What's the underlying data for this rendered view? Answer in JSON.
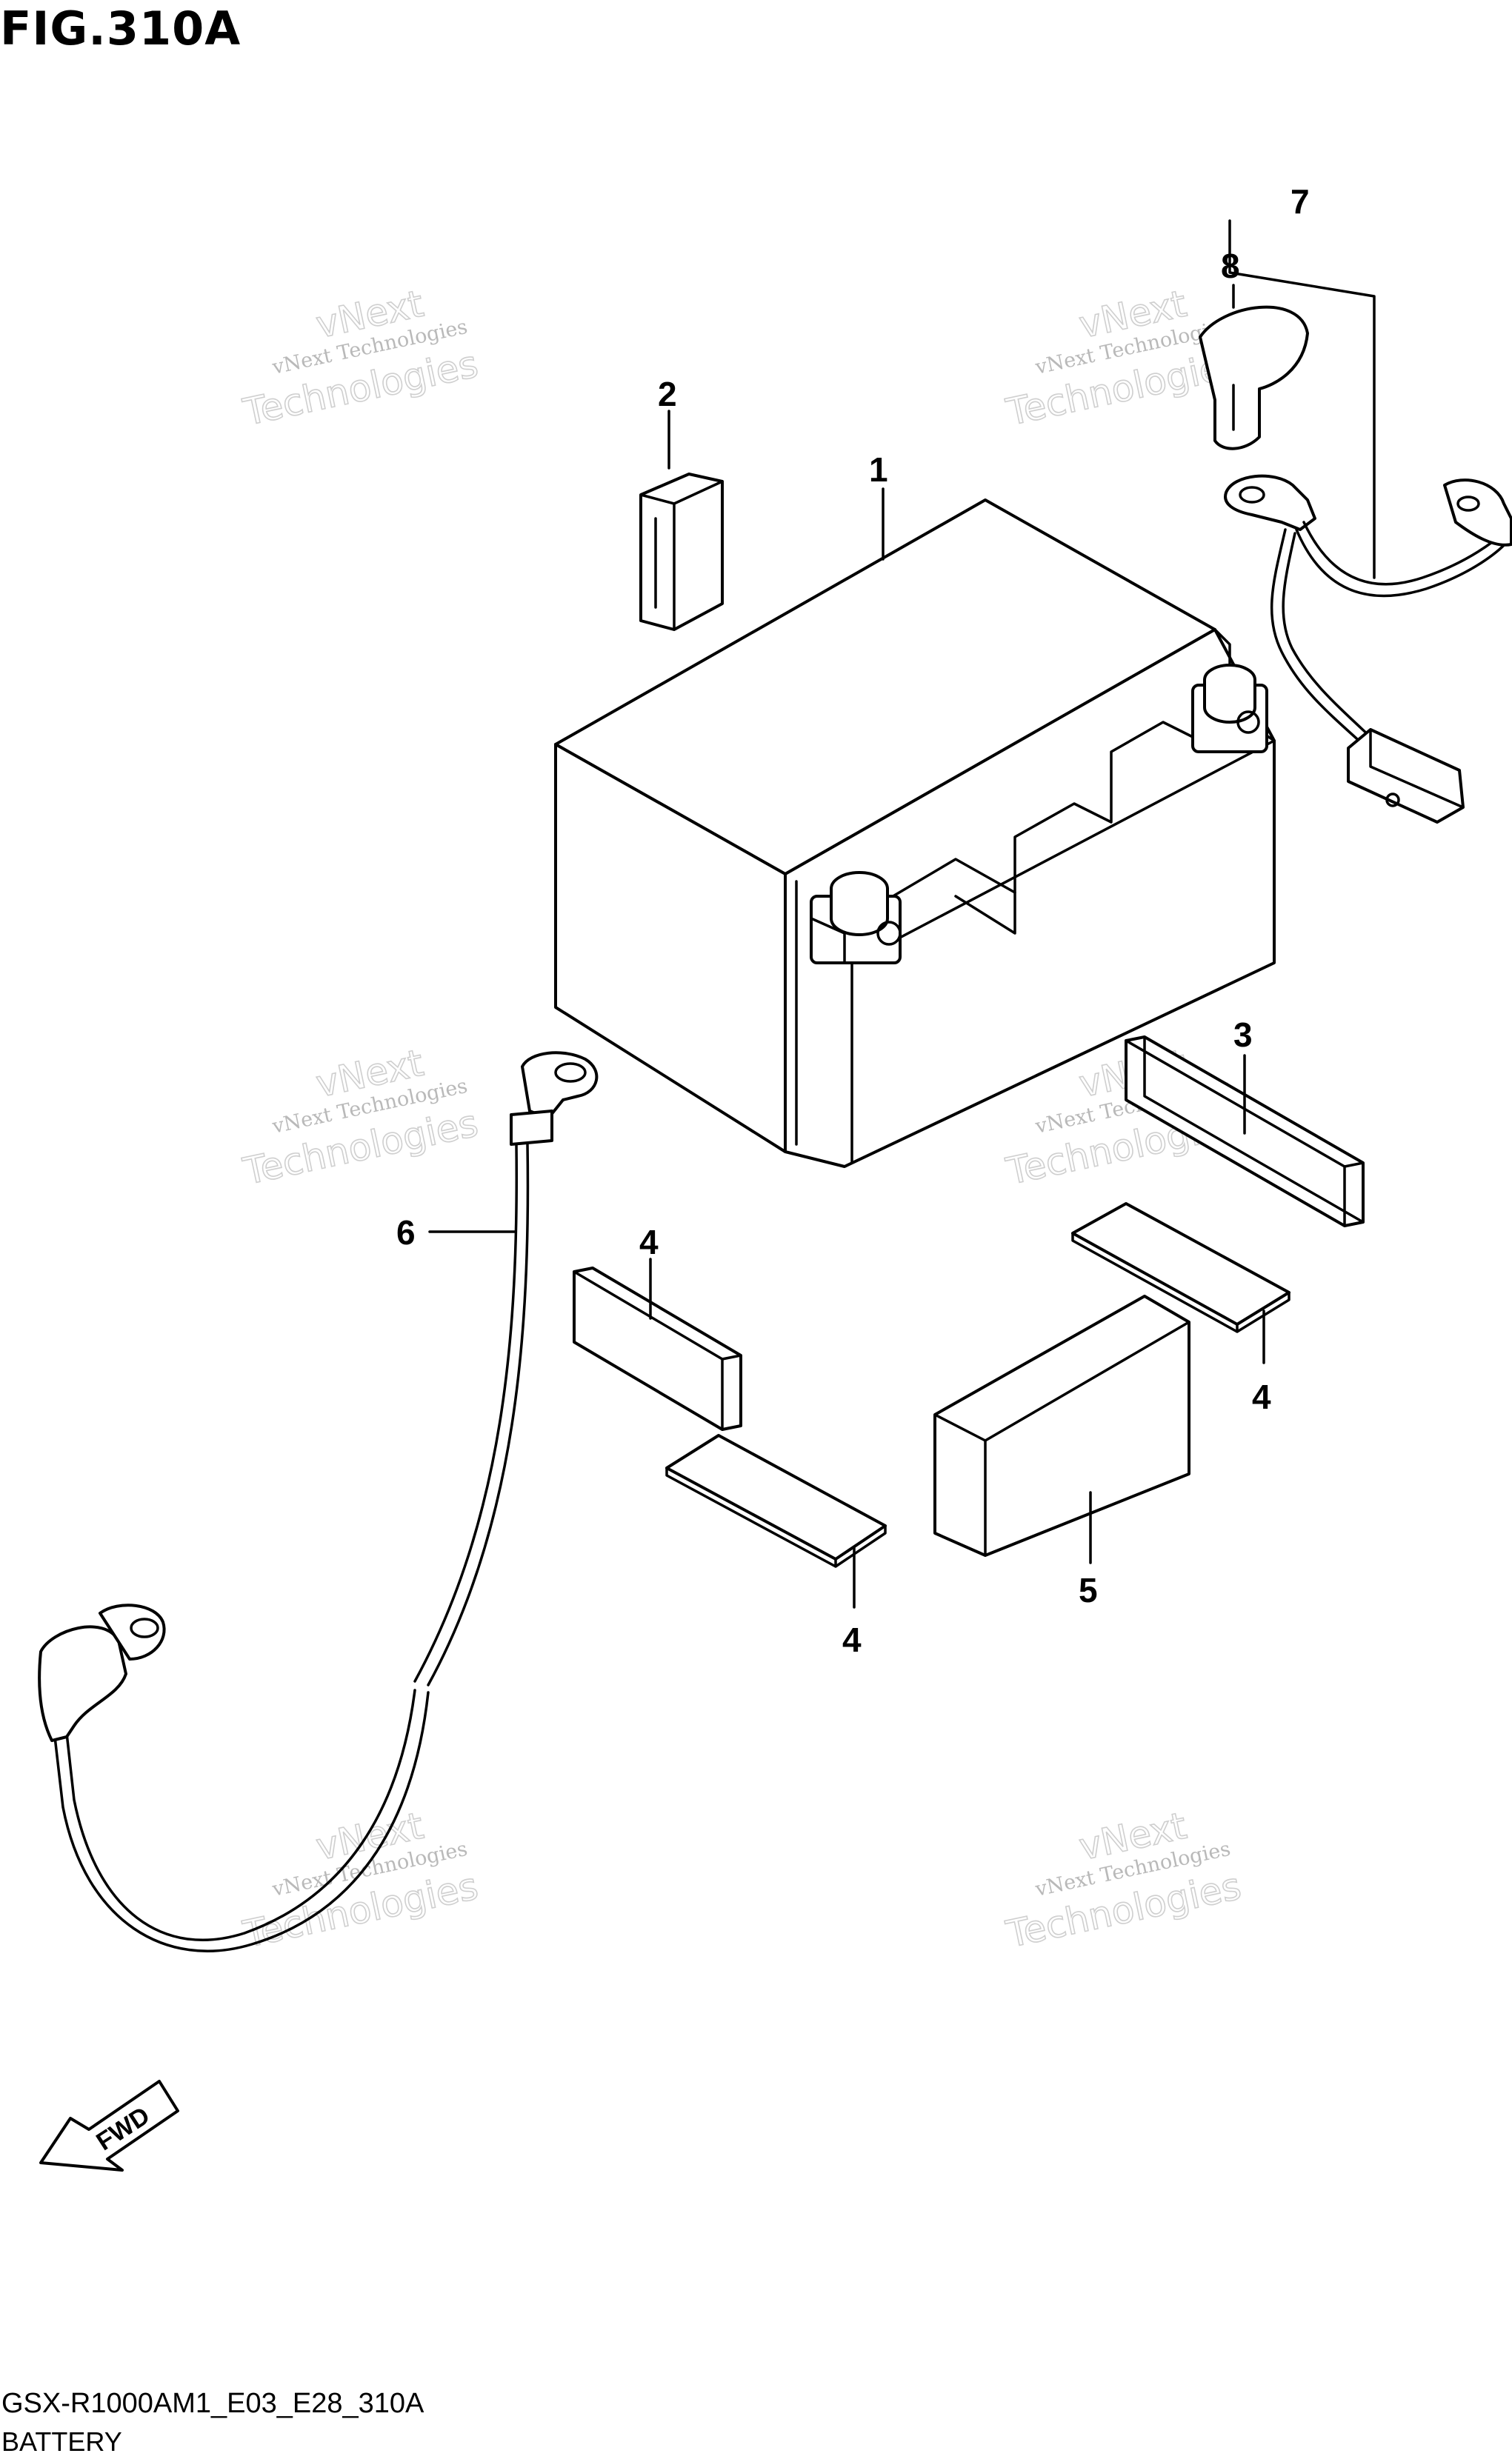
{
  "figure": {
    "title": "FIG.310A",
    "drawing_code": "GSX-R1000AM1_E03_E28_310A",
    "drawing_name": "BATTERY"
  },
  "callouts": [
    "1",
    "2",
    "3",
    "4",
    "4",
    "4",
    "5",
    "6",
    "7",
    "8"
  ],
  "watermark": {
    "line1": "vNext Technologies",
    "line2": "vNext",
    "line3": "Technologies",
    "color": "#b9b9b9"
  },
  "fwd_label": "FWD"
}
